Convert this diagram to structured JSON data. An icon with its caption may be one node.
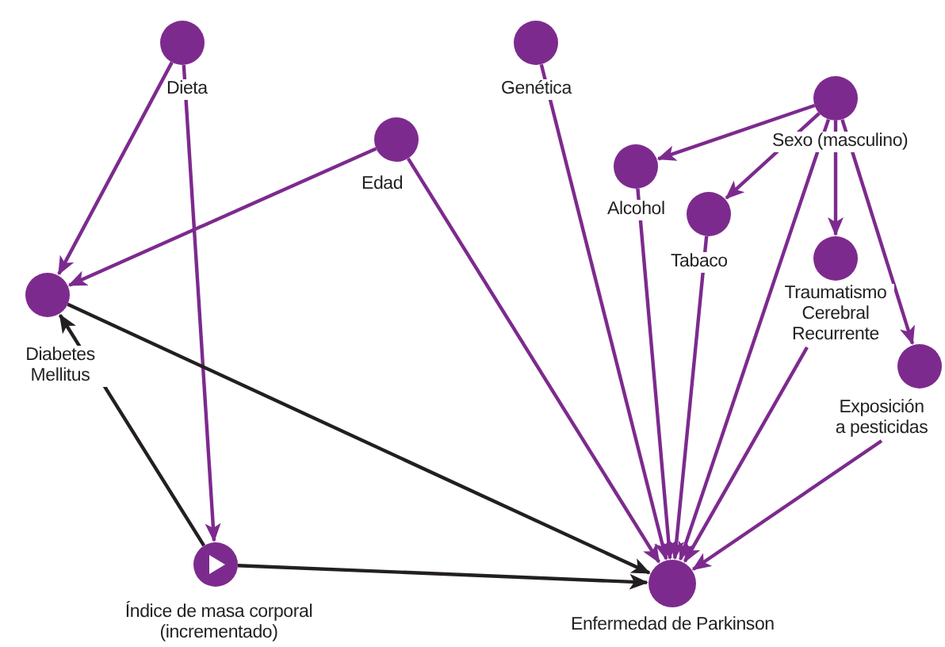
{
  "diagram": {
    "nodes": [
      {
        "text": [
          "Dieta"
        ]
      },
      {
        "text": [
          "Edad"
        ]
      },
      {
        "text": [
          "Genética"
        ]
      },
      {
        "text": [
          "Sexo (masculino)"
        ]
      },
      {
        "text": [
          "Alcohol"
        ]
      },
      {
        "text": [
          "Tabaco"
        ]
      },
      {
        "text": [
          "Traumatismo Cerebral Recurrente"
        ]
      },
      {
        "text": [
          "Exposición a pesticidas"
        ]
      },
      {
        "text": [
          "Diabetes Mellitus"
        ]
      },
      {
        "text": [
          "Índice de masa corporal (incrementado)"
        ]
      },
      {
        "text": [
          "Enfermedad de Parkinson"
        ]
      }
    ],
    "edges": [
      {
        "from": 0,
        "to": 8,
        "arrow": "to"
      },
      {
        "from": 0,
        "to": 9,
        "arrow": "to"
      },
      {
        "from": 1,
        "to": 8,
        "arrow": "to"
      },
      {
        "from": 1,
        "to": 10,
        "arrow": "to"
      },
      {
        "from": 2,
        "to": 10,
        "arrow": "to"
      },
      {
        "from": 3,
        "to": 4,
        "arrow": "to"
      },
      {
        "from": 3,
        "to": 5,
        "arrow": "to"
      },
      {
        "from": 3,
        "to": 6,
        "arrow": "to"
      },
      {
        "from": 3,
        "to": 7,
        "arrow": "to"
      },
      {
        "from": 3,
        "to": 10,
        "arrow": "to"
      },
      {
        "from": 4,
        "to": 10,
        "arrow": "to"
      },
      {
        "from": 5,
        "to": 10,
        "arrow": "to"
      },
      {
        "from": 6,
        "to": 10,
        "arrow": "to"
      },
      {
        "from": 7,
        "to": 10,
        "arrow": "to"
      },
      {
        "from": 8,
        "to": 10,
        "arrow": "to",
        "color": "#231f20"
      },
      {
        "from": 9,
        "to": 10,
        "arrow": "to",
        "color": "#231f20"
      },
      {
        "from": 9,
        "to": 8,
        "arrow": "to",
        "color": "#231f20"
      }
    ]
  }
}
